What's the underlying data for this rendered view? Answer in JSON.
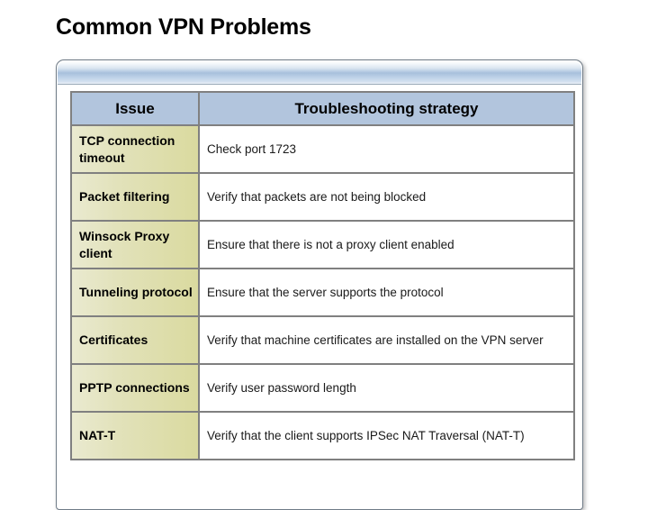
{
  "slide": {
    "title": "Common VPN Problems"
  },
  "panel": {
    "titlebar_label": ""
  },
  "table": {
    "columns": [
      "Issue",
      "Troubleshooting strategy"
    ],
    "rows": [
      {
        "issue": "TCP connection timeout",
        "strategy": "Check port 1723"
      },
      {
        "issue": "Packet filtering",
        "strategy": "Verify that packets are not being blocked"
      },
      {
        "issue": "Winsock Proxy client",
        "strategy": "Ensure that there is not a proxy client enabled"
      },
      {
        "issue": "Tunneling protocol",
        "strategy": "Ensure that the server supports the protocol"
      },
      {
        "issue": "Certificates",
        "strategy": "Verify that machine certificates are installed on the VPN server"
      },
      {
        "issue": "PPTP connections",
        "strategy": "Verify user password length"
      },
      {
        "issue": "NAT-T",
        "strategy": "Verify that the client supports IPSec NAT Traversal (NAT-T)"
      }
    ]
  },
  "colors": {
    "header_fill": "#b2c5dd",
    "issue_fill": "#dcdca0",
    "strategy_fill": "#ffffff",
    "border": "#808080",
    "titlebar_blue": "#a8c0dc",
    "text": "#000000"
  }
}
